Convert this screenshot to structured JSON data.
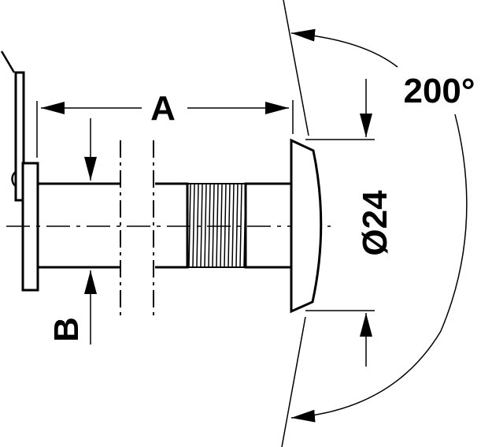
{
  "labels": {
    "length": "A",
    "diameter_bore": "B",
    "lens_diameter": "Ø24",
    "viewing_angle": "200°"
  },
  "colors": {
    "line": "#000000",
    "background": "#ffffff"
  }
}
